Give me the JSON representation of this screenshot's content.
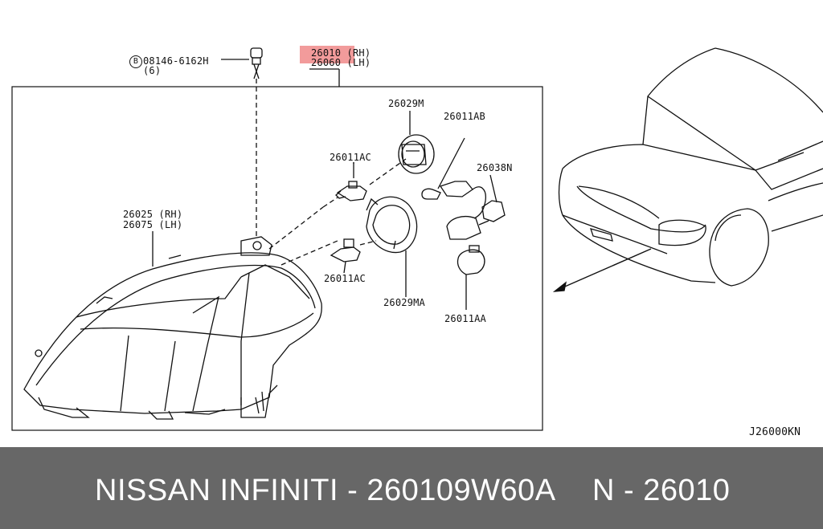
{
  "diagram": {
    "labels": {
      "bolt_part": "08146-6162H",
      "bolt_qty": "(6)",
      "bolt_symbol": "B",
      "headlamp_rh": "26010 (RH)",
      "headlamp_lh": "26060 (LH)",
      "housing_rh": "26025 (RH)",
      "housing_lh": "26075 (LH)",
      "socket_cap": "26029M",
      "bulb_ab": "26011AB",
      "bulb_ac_top": "26011AC",
      "harness": "26038N",
      "bulb_ac_bottom": "26011AC",
      "retainer_ring": "26029MA",
      "bulb_aa": "26011AA",
      "diagram_code": "J26000KN"
    }
  },
  "footer": {
    "left_text": "NISSAN INFINITI - 260109W60A",
    "right_text": "N - 26010"
  },
  "colors": {
    "highlight": "#f08a8a",
    "footer_bg": "#676767",
    "footer_text": "#ffffff"
  }
}
